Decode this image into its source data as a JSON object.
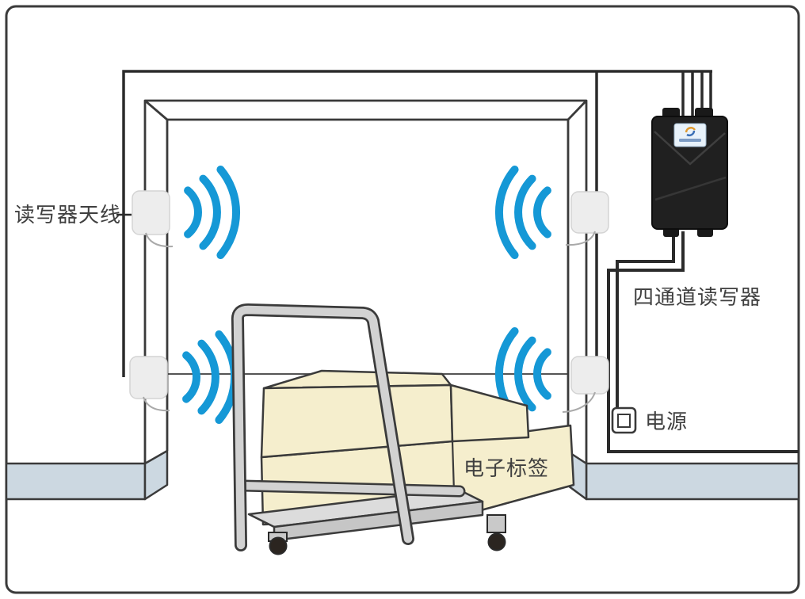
{
  "scene": {
    "labels": {
      "antenna": "读写器天线",
      "reader": "四通道读写器",
      "tag": "电子标签",
      "power": "电源"
    },
    "colors": {
      "signal": "#1598d6",
      "outline": "#3a3a3a",
      "cable": "#2b2b2b",
      "box": "#f5eecd",
      "baseboard": "#ccd8e1",
      "cart": "#d2d2d2",
      "reader_body": "#202020",
      "antenna_panel": "#ededed"
    }
  }
}
